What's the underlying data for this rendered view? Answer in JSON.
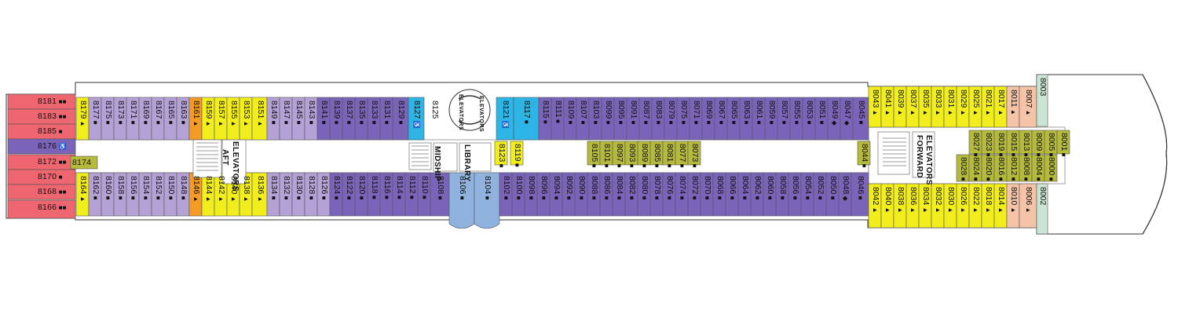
{
  "colors": {
    "red": "#ee6670",
    "purple": "#7a64ba",
    "lavender": "#b4a2d7",
    "orange": "#f49b25",
    "yellow": "#f2ee1d",
    "olive": "#b6ba3a",
    "cyan": "#2db5e6",
    "blue": "#8fb2de",
    "peach": "#f5c3a8",
    "mint": "#cbe5d5"
  },
  "public_areas": {
    "aft_elevators": "AFT",
    "aft_elevators_word": "ELEVATORS",
    "midship_label": "MIDSHIP",
    "library_label": "LIBRARY",
    "midship_elevators_left": "ELEVATORS",
    "midship_elevators_right": "ELEVATORS",
    "forward_elevators": "FORWARD",
    "forward_elevators_word": "ELEVATORS"
  },
  "aft_cabins": [
    {
      "num": "8181",
      "color": "red",
      "mark": "■■"
    },
    {
      "num": "8183",
      "color": "red",
      "mark": "■■"
    },
    {
      "num": "8185",
      "color": "red",
      "mark": "■"
    },
    {
      "num": "8176",
      "color": "purple",
      "mark": "♿"
    },
    {
      "num": "8172",
      "color": "red",
      "mark": "■■"
    },
    {
      "num": "8170",
      "color": "red",
      "mark": "■"
    },
    {
      "num": "8168",
      "color": "red",
      "mark": "■■"
    },
    {
      "num": "8166",
      "color": "red",
      "mark": "■■"
    }
  ],
  "top_row": [
    {
      "num": "8179",
      "color": "yellow",
      "mark": "▲"
    },
    {
      "num": "8177",
      "color": "lavender",
      "mark": "■"
    },
    {
      "num": "8175",
      "color": "lavender",
      "mark": "■"
    },
    {
      "num": "8173",
      "color": "lavender",
      "mark": "■"
    },
    {
      "num": "8171",
      "color": "lavender",
      "mark": "■"
    },
    {
      "num": "8169",
      "color": "lavender",
      "mark": "■"
    },
    {
      "num": "8167",
      "color": "lavender",
      "mark": "■"
    },
    {
      "num": "8165",
      "color": "lavender",
      "mark": "■"
    },
    {
      "num": "8163",
      "color": "lavender",
      "mark": "■"
    },
    {
      "num": "8161",
      "color": "orange",
      "mark": "▲"
    },
    {
      "num": "8159",
      "color": "yellow",
      "mark": "▲"
    },
    {
      "num": "8157",
      "color": "yellow",
      "mark": "▲"
    },
    {
      "num": "8155",
      "color": "yellow",
      "mark": "▲"
    },
    {
      "num": "8153",
      "color": "yellow",
      "mark": "▲"
    },
    {
      "num": "8151",
      "color": "yellow",
      "mark": "▲"
    },
    {
      "num": "8149",
      "color": "lavender",
      "mark": "■"
    },
    {
      "num": "8147",
      "color": "lavender",
      "mark": "■"
    },
    {
      "num": "8145",
      "color": "lavender",
      "mark": "■"
    },
    {
      "num": "8143",
      "color": "lavender",
      "mark": "■"
    },
    {
      "num": "8141",
      "color": "purple",
      "mark": "■"
    },
    {
      "num": "8139",
      "color": "purple",
      "mark": "■"
    },
    {
      "num": "8137",
      "color": "purple",
      "mark": "■"
    },
    {
      "num": "8135",
      "color": "purple",
      "mark": "■"
    },
    {
      "num": "8133",
      "color": "purple",
      "mark": "■"
    },
    {
      "num": "8131",
      "color": "purple",
      "mark": "■"
    },
    {
      "num": "8129",
      "color": "purple",
      "mark": "■"
    },
    {
      "num": "8127",
      "color": "cyan",
      "mark": "♿"
    },
    {
      "num": "8125",
      "color": "white",
      "mark": ""
    },
    {
      "num": "8121",
      "color": "cyan",
      "mark": "♿"
    },
    {
      "num": "8117",
      "color": "cyan",
      "mark": "■"
    },
    {
      "num": "8115",
      "color": "purple",
      "mark": "■"
    },
    {
      "num": "8111",
      "color": "purple",
      "mark": "■"
    },
    {
      "num": "8109",
      "color": "purple",
      "mark": "■"
    },
    {
      "num": "8107",
      "color": "purple",
      "mark": "■"
    },
    {
      "num": "8103",
      "color": "purple",
      "mark": "■"
    },
    {
      "num": "8099",
      "color": "purple",
      "mark": "■"
    },
    {
      "num": "8095",
      "color": "purple",
      "mark": "■"
    },
    {
      "num": "8091",
      "color": "purple",
      "mark": "■"
    },
    {
      "num": "8087",
      "color": "purple",
      "mark": "■"
    },
    {
      "num": "8083",
      "color": "purple",
      "mark": "■"
    },
    {
      "num": "8079",
      "color": "purple",
      "mark": "■"
    },
    {
      "num": "8075",
      "color": "purple",
      "mark": "■"
    },
    {
      "num": "8071",
      "color": "purple",
      "mark": "■"
    },
    {
      "num": "8069",
      "color": "purple",
      "mark": "■"
    },
    {
      "num": "8067",
      "color": "purple",
      "mark": "■"
    },
    {
      "num": "8065",
      "color": "purple",
      "mark": "■"
    },
    {
      "num": "8063",
      "color": "purple",
      "mark": "■"
    },
    {
      "num": "8061",
      "color": "purple",
      "mark": "■"
    },
    {
      "num": "8059",
      "color": "purple",
      "mark": "■"
    },
    {
      "num": "8057",
      "color": "purple",
      "mark": "■"
    },
    {
      "num": "8055",
      "color": "purple",
      "mark": "■"
    },
    {
      "num": "8053",
      "color": "purple",
      "mark": "■"
    },
    {
      "num": "8051",
      "color": "purple",
      "mark": "■"
    },
    {
      "num": "8049",
      "color": "purple",
      "mark": "◆"
    },
    {
      "num": "8047",
      "color": "purple",
      "mark": "◆"
    },
    {
      "num": "8045",
      "color": "purple",
      "mark": "■"
    },
    {
      "num": "8043",
      "color": "yellow",
      "mark": "▲"
    },
    {
      "num": "8041",
      "color": "yellow",
      "mark": "▲"
    },
    {
      "num": "8039",
      "color": "yellow",
      "mark": "▲"
    },
    {
      "num": "8037",
      "color": "yellow",
      "mark": "▲"
    },
    {
      "num": "8035",
      "color": "yellow",
      "mark": "▲"
    },
    {
      "num": "8033",
      "color": "yellow",
      "mark": "▲"
    },
    {
      "num": "8031",
      "color": "yellow",
      "mark": "▲"
    },
    {
      "num": "8029",
      "color": "yellow",
      "mark": "▲"
    },
    {
      "num": "8025",
      "color": "yellow",
      "mark": "▲"
    },
    {
      "num": "8021",
      "color": "yellow",
      "mark": "▲"
    },
    {
      "num": "8017",
      "color": "yellow",
      "mark": "▲"
    },
    {
      "num": "8011",
      "color": "peach",
      "mark": "▲"
    },
    {
      "num": "8007",
      "color": "peach",
      "mark": "▲"
    },
    {
      "num": "8003",
      "color": "mint",
      "mark": ""
    }
  ],
  "inner_top_row": [
    {
      "num": "8123",
      "color": "yellow",
      "mark": "■"
    },
    {
      "num": "8119",
      "color": "yellow",
      "mark": "■"
    },
    {
      "num": "8105",
      "color": "olive",
      "mark": "■"
    },
    {
      "num": "8101",
      "color": "olive",
      "mark": "■"
    },
    {
      "num": "8097",
      "color": "olive",
      "mark": "■"
    },
    {
      "num": "8093",
      "color": "olive",
      "mark": "■"
    },
    {
      "num": "8089",
      "color": "olive",
      "mark": "■"
    },
    {
      "num": "8085",
      "color": "olive",
      "mark": "■"
    },
    {
      "num": "8081",
      "color": "olive",
      "mark": "■"
    },
    {
      "num": "8077",
      "color": "olive",
      "mark": "■"
    },
    {
      "num": "8073",
      "color": "olive",
      "mark": "■"
    },
    {
      "num": "8027",
      "color": "olive",
      "mark": "■"
    },
    {
      "num": "8023",
      "color": "olive",
      "mark": "■"
    },
    {
      "num": "8019",
      "color": "olive",
      "mark": "■"
    },
    {
      "num": "8015",
      "color": "olive",
      "mark": "■"
    },
    {
      "num": "8013",
      "color": "olive",
      "mark": "■"
    },
    {
      "num": "8009",
      "color": "olive",
      "mark": "■"
    },
    {
      "num": "8005",
      "color": "olive",
      "mark": "■"
    },
    {
      "num": "8001",
      "color": "olive",
      "mark": "■"
    }
  ],
  "inner_bottom_row": [
    {
      "num": "8174",
      "color": "olive",
      "mark": ""
    },
    {
      "num": "8044",
      "color": "olive",
      "mark": "■"
    },
    {
      "num": "8028",
      "color": "olive",
      "mark": "■"
    },
    {
      "num": "8024",
      "color": "olive",
      "mark": "■"
    },
    {
      "num": "8020",
      "color": "olive",
      "mark": "■"
    },
    {
      "num": "8016",
      "color": "olive",
      "mark": "■"
    },
    {
      "num": "8012",
      "color": "olive",
      "mark": "■"
    },
    {
      "num": "8008",
      "color": "olive",
      "mark": "■"
    },
    {
      "num": "8004",
      "color": "olive",
      "mark": "■"
    },
    {
      "num": "8000",
      "color": "olive",
      "mark": "■"
    }
  ],
  "bottom_row": [
    {
      "num": "8164",
      "color": "yellow",
      "mark": "▲"
    },
    {
      "num": "8162",
      "color": "lavender",
      "mark": "■"
    },
    {
      "num": "8160",
      "color": "lavender",
      "mark": "■"
    },
    {
      "num": "8158",
      "color": "lavender",
      "mark": "■"
    },
    {
      "num": "8156",
      "color": "lavender",
      "mark": "■"
    },
    {
      "num": "8154",
      "color": "lavender",
      "mark": "■"
    },
    {
      "num": "8152",
      "color": "lavender",
      "mark": "■"
    },
    {
      "num": "8150",
      "color": "lavender",
      "mark": "■"
    },
    {
      "num": "8148",
      "color": "lavender",
      "mark": "■"
    },
    {
      "num": "8146",
      "color": "orange",
      "mark": "▲"
    },
    {
      "num": "8144",
      "color": "yellow",
      "mark": "▲"
    },
    {
      "num": "8142",
      "color": "yellow",
      "mark": "▲"
    },
    {
      "num": "8140",
      "color": "yellow",
      "mark": "▲"
    },
    {
      "num": "8138",
      "color": "yellow",
      "mark": "▲"
    },
    {
      "num": "8136",
      "color": "yellow",
      "mark": "▲"
    },
    {
      "num": "8134",
      "color": "lavender",
      "mark": "■"
    },
    {
      "num": "8132",
      "color": "lavender",
      "mark": "■"
    },
    {
      "num": "8130",
      "color": "lavender",
      "mark": "■"
    },
    {
      "num": "8128",
      "color": "lavender",
      "mark": "■"
    },
    {
      "num": "8126",
      "color": "lavender",
      "mark": "■"
    },
    {
      "num": "8124",
      "color": "purple",
      "mark": "■"
    },
    {
      "num": "8122",
      "color": "purple",
      "mark": "■"
    },
    {
      "num": "8120",
      "color": "purple",
      "mark": "■"
    },
    {
      "num": "8118",
      "color": "purple",
      "mark": "■"
    },
    {
      "num": "8116",
      "color": "purple",
      "mark": "■"
    },
    {
      "num": "8114",
      "color": "purple",
      "mark": "■"
    },
    {
      "num": "8112",
      "color": "purple",
      "mark": "■"
    },
    {
      "num": "8110",
      "color": "purple",
      "mark": "■"
    },
    {
      "num": "8108",
      "color": "purple",
      "mark": "■"
    },
    {
      "num": "8106",
      "color": "blue",
      "mark": "■"
    },
    {
      "num": "8104",
      "color": "blue",
      "mark": "■"
    },
    {
      "num": "8102",
      "color": "purple",
      "mark": "■"
    },
    {
      "num": "8100",
      "color": "purple",
      "mark": "■"
    },
    {
      "num": "8098",
      "color": "purple",
      "mark": "■"
    },
    {
      "num": "8096",
      "color": "purple",
      "mark": "■"
    },
    {
      "num": "8094",
      "color": "purple",
      "mark": "■"
    },
    {
      "num": "8092",
      "color": "purple",
      "mark": "■"
    },
    {
      "num": "8090",
      "color": "purple",
      "mark": "■"
    },
    {
      "num": "8088",
      "color": "purple",
      "mark": "■"
    },
    {
      "num": "8086",
      "color": "purple",
      "mark": "■"
    },
    {
      "num": "8084",
      "color": "purple",
      "mark": "■"
    },
    {
      "num": "8082",
      "color": "purple",
      "mark": "■"
    },
    {
      "num": "8080",
      "color": "purple",
      "mark": "■"
    },
    {
      "num": "8078",
      "color": "purple",
      "mark": "■"
    },
    {
      "num": "8076",
      "color": "purple",
      "mark": "■"
    },
    {
      "num": "8074",
      "color": "purple",
      "mark": "■"
    },
    {
      "num": "8072",
      "color": "purple",
      "mark": "■"
    },
    {
      "num": "8070",
      "color": "purple",
      "mark": "■"
    },
    {
      "num": "8068",
      "color": "purple",
      "mark": "■"
    },
    {
      "num": "8066",
      "color": "purple",
      "mark": "■"
    },
    {
      "num": "8064",
      "color": "purple",
      "mark": "■"
    },
    {
      "num": "8062",
      "color": "purple",
      "mark": "■"
    },
    {
      "num": "8060",
      "color": "purple",
      "mark": "■"
    },
    {
      "num": "8058",
      "color": "purple",
      "mark": "■"
    },
    {
      "num": "8056",
      "color": "purple",
      "mark": "■"
    },
    {
      "num": "8054",
      "color": "purple",
      "mark": "■"
    },
    {
      "num": "8052",
      "color": "purple",
      "mark": "■"
    },
    {
      "num": "8050",
      "color": "purple",
      "mark": "■"
    },
    {
      "num": "8048",
      "color": "purple",
      "mark": "◆"
    },
    {
      "num": "8046",
      "color": "purple",
      "mark": "■"
    },
    {
      "num": "8042",
      "color": "yellow",
      "mark": "▲"
    },
    {
      "num": "8040",
      "color": "yellow",
      "mark": "▲"
    },
    {
      "num": "8038",
      "color": "yellow",
      "mark": "▲"
    },
    {
      "num": "8036",
      "color": "yellow",
      "mark": "▲"
    },
    {
      "num": "8034",
      "color": "yellow",
      "mark": "▲"
    },
    {
      "num": "8032",
      "color": "yellow",
      "mark": "▲"
    },
    {
      "num": "8030",
      "color": "yellow",
      "mark": "▲"
    },
    {
      "num": "8026",
      "color": "yellow",
      "mark": "▲"
    },
    {
      "num": "8022",
      "color": "yellow",
      "mark": "▲"
    },
    {
      "num": "8018",
      "color": "yellow",
      "mark": "▲"
    },
    {
      "num": "8014",
      "color": "yellow",
      "mark": "▲"
    },
    {
      "num": "8010",
      "color": "peach",
      "mark": "▲"
    },
    {
      "num": "8006",
      "color": "peach",
      "mark": "▲"
    },
    {
      "num": "8002",
      "color": "mint",
      "mark": ""
    }
  ]
}
